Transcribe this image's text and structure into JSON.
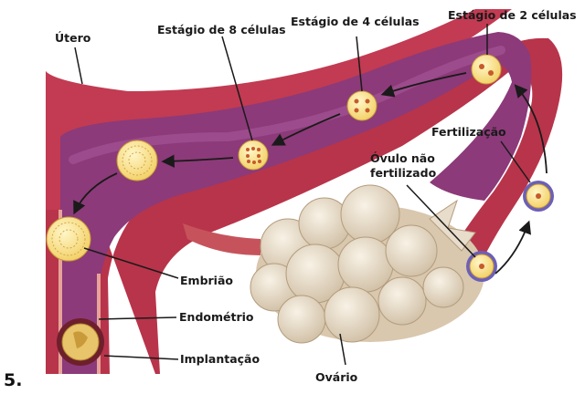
{
  "figure_number": "5.",
  "labels": {
    "utero": "Útero",
    "estagio_8": "Estágio de 8 células",
    "estagio_4": "Estágio de 4 células",
    "estagio_2": "Estágio de 2 células",
    "fertilizacao": "Fertilização",
    "ovulo_line1": "Óvulo não",
    "ovulo_line2": "fertilizado",
    "embriao": "Embrião",
    "endometrio": "Endométrio",
    "implantacao": "Implantação",
    "ovario": "Ovário"
  }
}
